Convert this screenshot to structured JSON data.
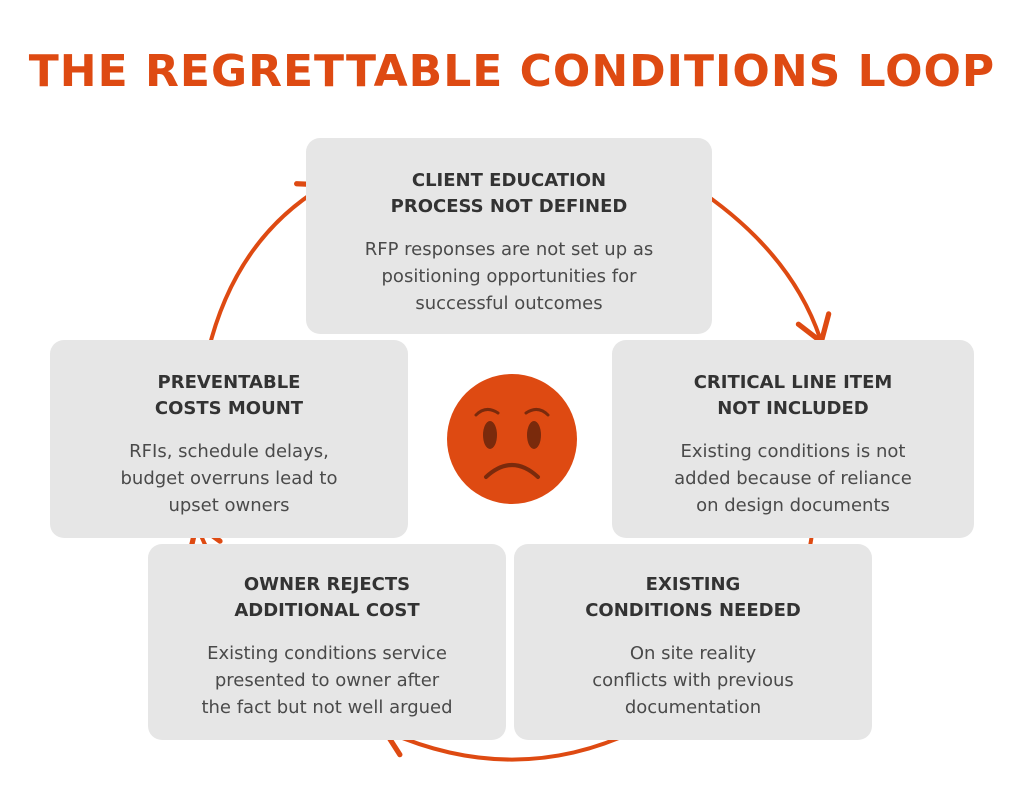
{
  "title": "THE REGRETTABLE CONDITIONS LOOP",
  "colors": {
    "accent": "#de4a12",
    "box_background": "#e6e6e6",
    "face_fill": "#de4a12",
    "face_features": "#7a2a0c"
  },
  "center_icon": "sad-face-icon",
  "steps": [
    {
      "heading": "CLIENT EDUCATION\nPROCESS NOT DEFINED",
      "body": "RFP responses are not set up as\npositioning opportunities for\nsuccessful outcomes"
    },
    {
      "heading": "CRITICAL LINE ITEM\nNOT INCLUDED",
      "body": "Existing conditions is not\nadded because of reliance\non design documents"
    },
    {
      "heading": "EXISTING\nCONDITIONS NEEDED",
      "body": "On site reality\nconflicts with previous\ndocumentation"
    },
    {
      "heading": "OWNER REJECTS\nADDITIONAL COST",
      "body": "Existing conditions service\npresented to owner after\nthe fact but not well argued"
    },
    {
      "heading": "PREVENTABLE\nCOSTS MOUNT",
      "body": "RFIs, schedule delays,\nbudget overruns lead to\nupset owners"
    }
  ]
}
